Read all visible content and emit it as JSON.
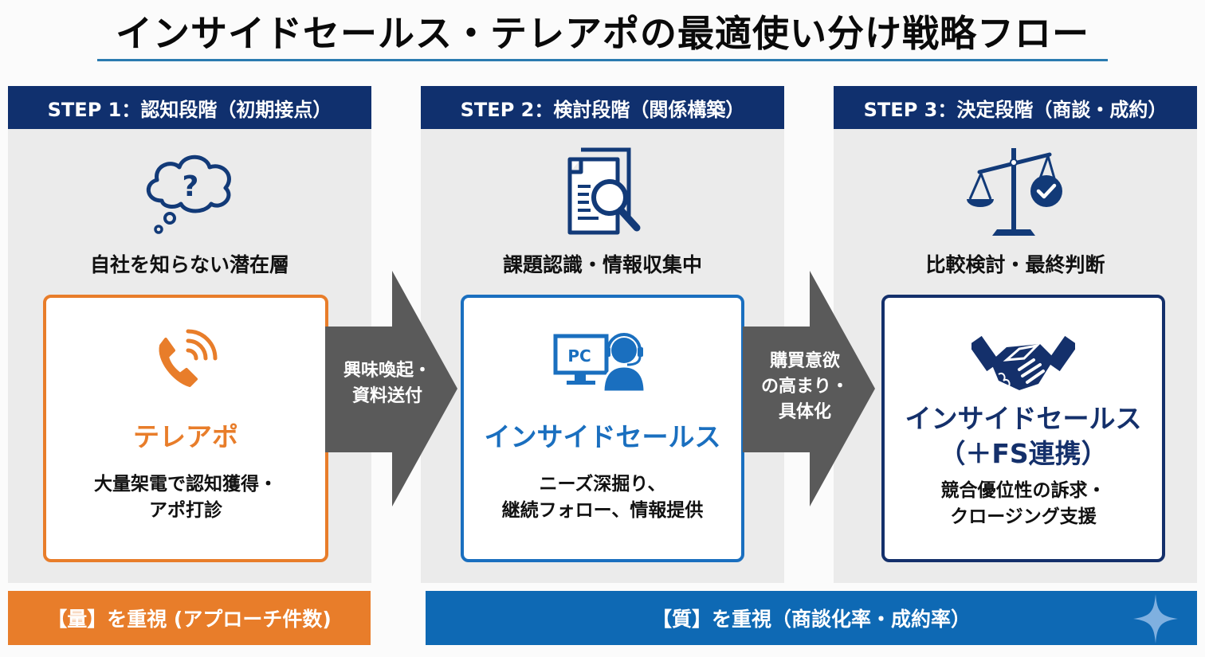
{
  "title": "インサイドセールス・テレアポの最適使い分け戦略フロー",
  "steps": [
    {
      "header": "STEP 1：認知段階（初期接点）",
      "stage_icon": "thought-cloud-question-icon",
      "stage_label": "自社を知らない潜在層",
      "card": {
        "icon": "phone-ringing-icon",
        "title": "テレアポ",
        "desc_lines": [
          "大量架電で認知獲得・",
          "アポ打診"
        ]
      }
    },
    {
      "header": "STEP 2：検討段階（関係構築）",
      "stage_icon": "document-search-icon",
      "stage_label": "課題認識・情報収集中",
      "card": {
        "icon": "pc-operator-headset-icon",
        "icon_text": "PC",
        "title": "インサイドセールス",
        "desc_lines": [
          "ニーズ深掘り、",
          "継続フォロー、情報提供"
        ]
      }
    },
    {
      "header": "STEP 3：決定段階（商談・成約）",
      "stage_icon": "scale-check-icon",
      "stage_label": "比較検討・最終判断",
      "card": {
        "icon": "handshake-icon",
        "title_lines": [
          "インサイドセールス",
          "（＋FS連携）"
        ],
        "desc_lines": [
          "競合優位性の訴求・",
          "クロージング支援"
        ]
      }
    }
  ],
  "arrows": [
    {
      "lines": [
        "興味喚起・",
        "資料送付"
      ]
    },
    {
      "lines": [
        "購買意欲",
        "の高まり・",
        "具体化"
      ]
    }
  ],
  "bands": {
    "quantity": "【量】を重視 (アプローチ件数)",
    "quality": "【質】を重視（商談化率・成約率）"
  },
  "colors": {
    "navy": "#10306e",
    "orange": "#e87d2a",
    "blue": "#1a6fbf",
    "band_blue": "#0e69b4",
    "arrow_grey": "#5a5a5a",
    "panel_grey": "#ebebeb",
    "title_rule": "#2a7bb0"
  }
}
